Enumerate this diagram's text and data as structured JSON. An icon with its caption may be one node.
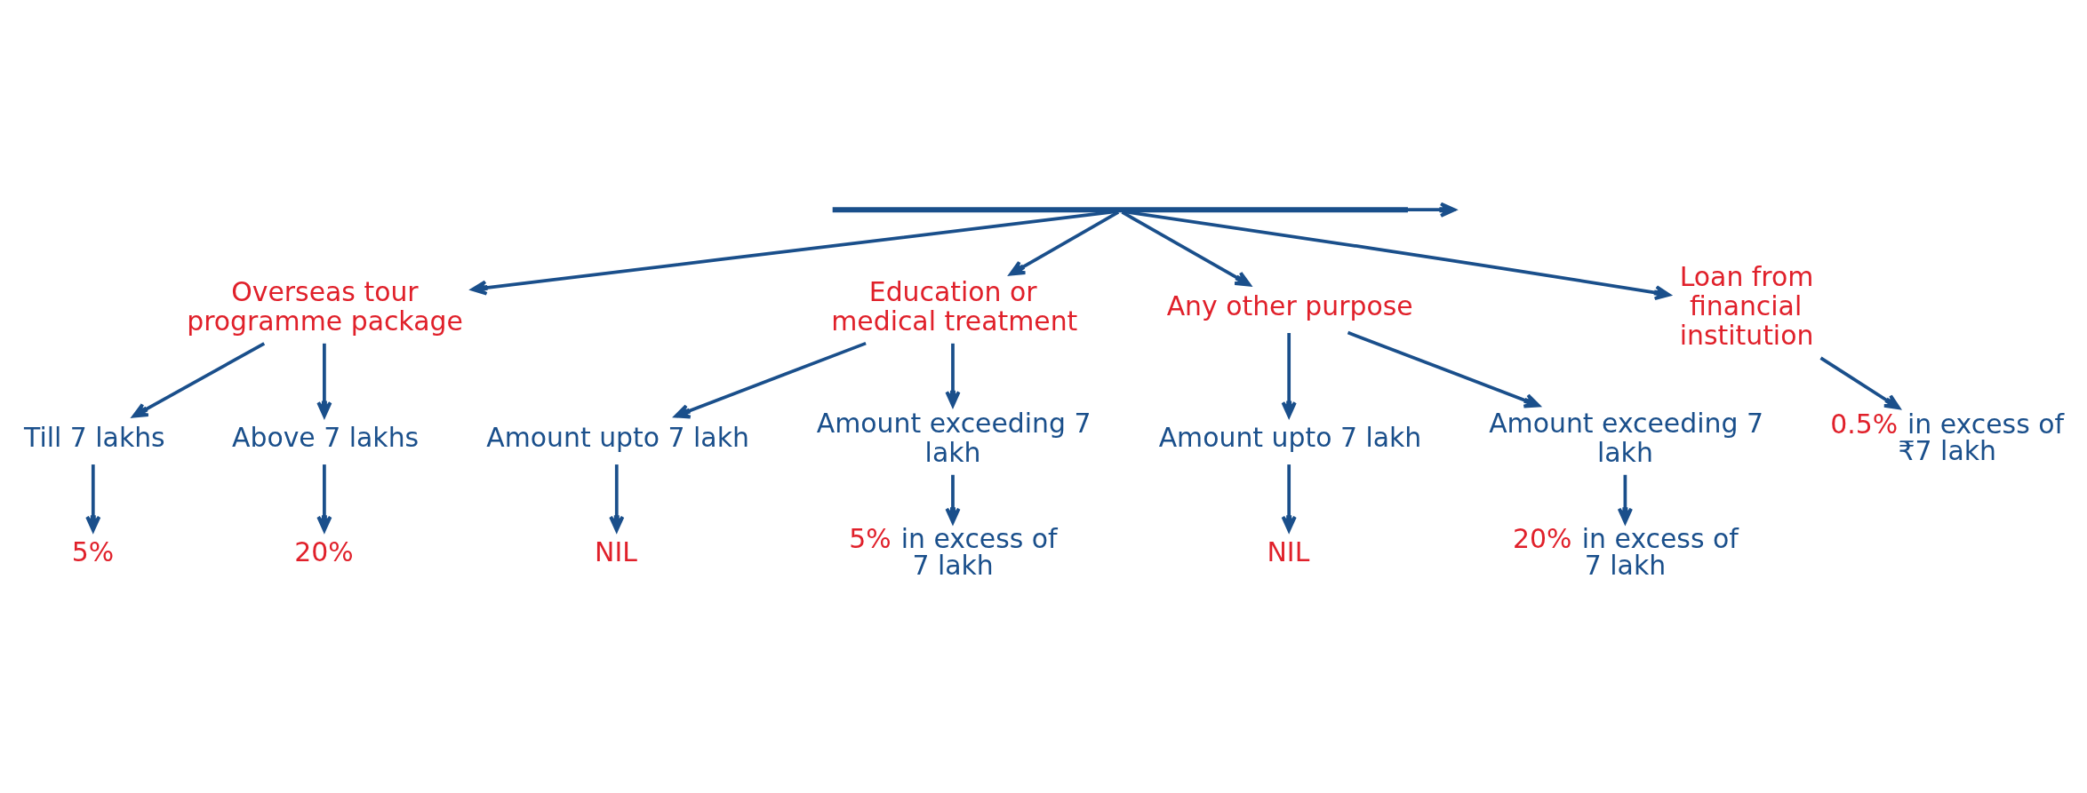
{
  "diagram": {
    "nodes": [
      {
        "text": [],
        "shape": "bar"
      },
      {
        "text": [
          "Overseas tour programme package"
        ]
      },
      {
        "text": [
          "Education or medical treatment"
        ]
      },
      {
        "text": [
          "Any other purpose"
        ]
      },
      {
        "text": [
          "Loan from financial institution"
        ]
      },
      {
        "text": [
          "Till 7 lakhs"
        ]
      },
      {
        "text": [
          "Above 7 lakhs"
        ]
      },
      {
        "text": [
          "5%"
        ]
      },
      {
        "text": [
          "20%"
        ]
      },
      {
        "text": [
          "Amount upto 7 lakh"
        ]
      },
      {
        "text": [
          "Amount exceeding 7 lakh"
        ]
      },
      {
        "text": [
          "NIL"
        ]
      },
      {
        "text": [
          "5% in excess of 7 lakh"
        ]
      },
      {
        "text": [
          "Amount upto 7 lakh"
        ]
      },
      {
        "text": [
          "Amount exceeding 7 lakh"
        ]
      },
      {
        "text": [
          "NIL"
        ]
      },
      {
        "text": [
          "20% in excess of 7 lakh"
        ]
      },
      {
        "text": [
          "0.5% in excess of ₹7 lakh"
        ]
      }
    ],
    "edges": [
      {
        "from": 0,
        "to": null,
        "arrow": "to"
      },
      {
        "from": 0,
        "to": 1,
        "arrow": "to"
      },
      {
        "from": 0,
        "to": 2,
        "arrow": "to"
      },
      {
        "from": 0,
        "to": 3,
        "arrow": "to"
      },
      {
        "from": 0,
        "to": 4,
        "arrow": "to"
      },
      {
        "from": 1,
        "to": 5,
        "arrow": "to"
      },
      {
        "from": 1,
        "to": 6,
        "arrow": "to"
      },
      {
        "from": 5,
        "to": 7,
        "arrow": "to"
      },
      {
        "from": 6,
        "to": 8,
        "arrow": "to"
      },
      {
        "from": 2,
        "to": 9,
        "arrow": "to"
      },
      {
        "from": 2,
        "to": 10,
        "arrow": "to"
      },
      {
        "from": 9,
        "to": 11,
        "arrow": "to"
      },
      {
        "from": 10,
        "to": 12,
        "arrow": "to"
      },
      {
        "from": 3,
        "to": 13,
        "arrow": "to"
      },
      {
        "from": 3,
        "to": 14,
        "arrow": "to"
      },
      {
        "from": 13,
        "to": 15,
        "arrow": "to"
      },
      {
        "from": 14,
        "to": 16,
        "arrow": "to"
      },
      {
        "from": 4,
        "to": 17,
        "arrow": "to"
      }
    ]
  }
}
